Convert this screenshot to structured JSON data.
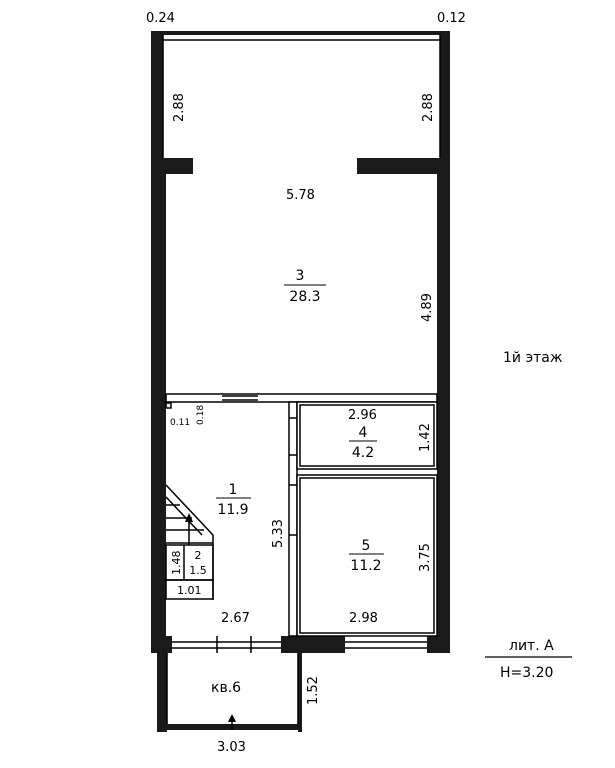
{
  "floor_label": "1й этаж",
  "litera": "лит. А",
  "height": "H=3.20",
  "dims": {
    "top_left_wall": "0.24",
    "top_right_wall": "0.12",
    "balcony_left": "2.88",
    "balcony_right": "2.88",
    "room3_width": "5.78",
    "room3_height": "4.89",
    "corner_a": "0.11",
    "corner_b": "0.18",
    "room4_width": "2.96",
    "room4_height": "1.42",
    "room1_height": "5.33",
    "room5_height": "3.75",
    "room1_width": "2.67",
    "room5_width": "2.98",
    "stair_len": "1.48",
    "stair_width": "1.01",
    "porch_height": "1.52",
    "porch_width": "3.03"
  },
  "rooms": [
    {
      "num": "3",
      "area": "28.3"
    },
    {
      "num": "4",
      "area": "4.2"
    },
    {
      "num": "1",
      "area": "11.9"
    },
    {
      "num": "5",
      "area": "11.2"
    },
    {
      "num": "2",
      "area": "1.5"
    }
  ],
  "entrance_label": "кв.6"
}
